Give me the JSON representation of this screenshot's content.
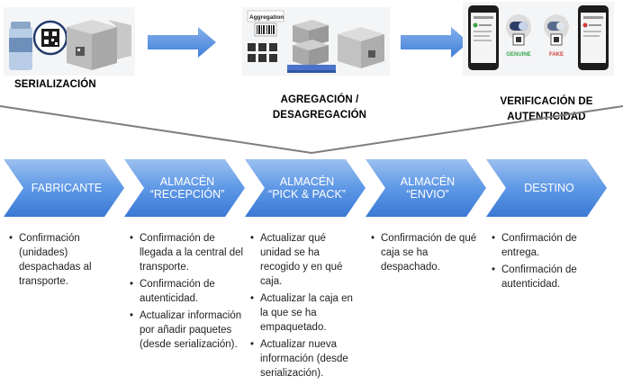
{
  "top_stages": [
    {
      "label": "SERIALIZACIÓN"
    },
    {
      "label": "AGREGACIÓN /\nDESAGREGACIÓN"
    },
    {
      "label": "VERIFICACIÓN DE\nAUTENTICIDAD"
    }
  ],
  "illustration_text": {
    "aggregation_tag": "Aggregation",
    "genuine": "GENUINE",
    "fake": "FAKE"
  },
  "flow_steps": [
    {
      "label": "FABRICANTE",
      "details": [
        "Confirmación (unidades) despachadas al transporte."
      ]
    },
    {
      "label": "ALMACÉN “RECEPCIÓN”",
      "details": [
        "Confirmación de llegada a la central del transporte.",
        "Confirmación de autenticidad.",
        "Actualizar información por añadir paquetes (desde serialización)."
      ]
    },
    {
      "label": "ALMACÉN “PICK & PACK”",
      "details": [
        "Actualizar qué unidad se ha recogido y en qué caja.",
        "Actualizar la caja en la que se ha empaquetado.",
        "Actualizar nueva información (desde serialización)."
      ]
    },
    {
      "label": "ALMACÉN “ENVIO”",
      "details": [
        "Confirmación de qué caja se ha despachado."
      ]
    },
    {
      "label": "DESTINO",
      "details": [
        "Confirmación de entrega.",
        "Confirmación de autenticidad."
      ]
    }
  ],
  "colors": {
    "chevron_top": "#8bb4ea",
    "chevron_bottom": "#3a7bd5",
    "arrow": "#5b97e3",
    "brace": "#7a7a7a"
  }
}
